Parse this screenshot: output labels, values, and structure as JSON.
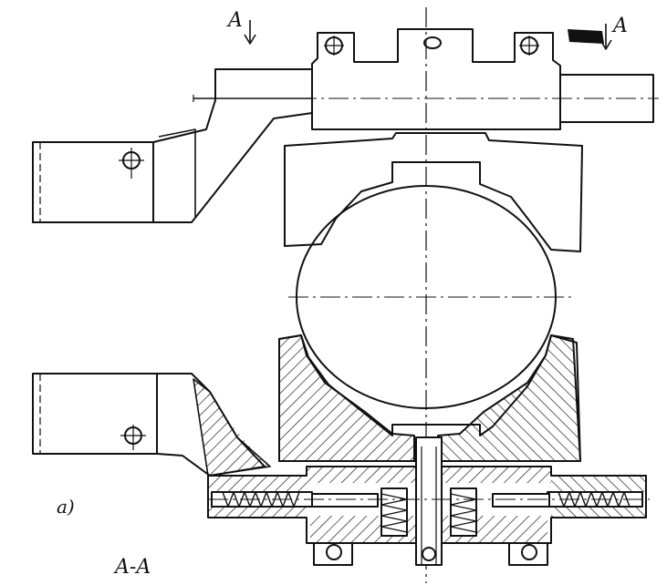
{
  "labels": {
    "section_mark_left": "A",
    "section_mark_right": "A",
    "figure_label": "a)",
    "section_title": "A-A"
  },
  "colors": {
    "ink": "#111111",
    "paper": "#ffffff"
  }
}
